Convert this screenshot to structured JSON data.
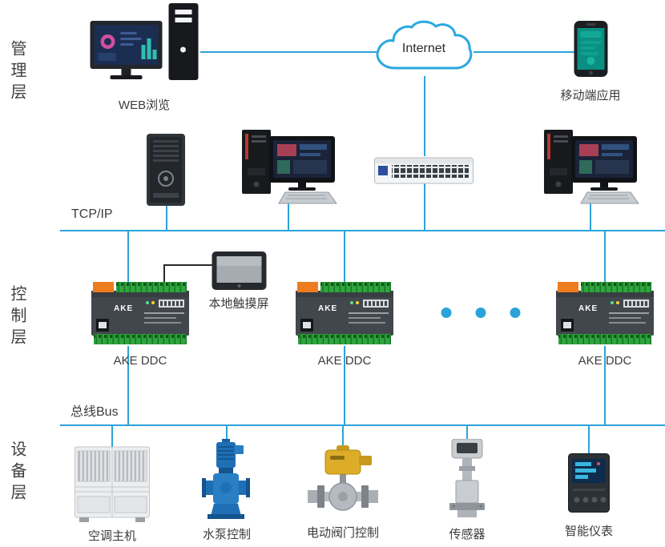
{
  "layers": {
    "management": "管理层",
    "control": "控制层",
    "device": "设备层"
  },
  "network": {
    "internet": "Internet",
    "tcpip": "TCP/IP",
    "bus": "总线Bus"
  },
  "nodes": {
    "web": "WEB浏览",
    "mobile": "移动端应用",
    "touchscreen": "本地触摸屏",
    "ddc1": "AKE DDC",
    "ddc2": "AKE DDC",
    "ddc3": "AKE DDC",
    "ac": "空调主机",
    "pump": "水泵控制",
    "valve": "电动阀门控制",
    "sensor": "传感器",
    "meter": "智能仪表"
  },
  "device_text": {
    "ddc_brand": "AKE"
  },
  "colors": {
    "line_blue": "#2ba3da",
    "line_black": "#2a2a2a",
    "text": "#3c3c3c",
    "cloud_stroke": "#29a8df",
    "ddc_terminal_green": "#2fa53d",
    "ddc_accent_orange": "#ee7c1f"
  }
}
